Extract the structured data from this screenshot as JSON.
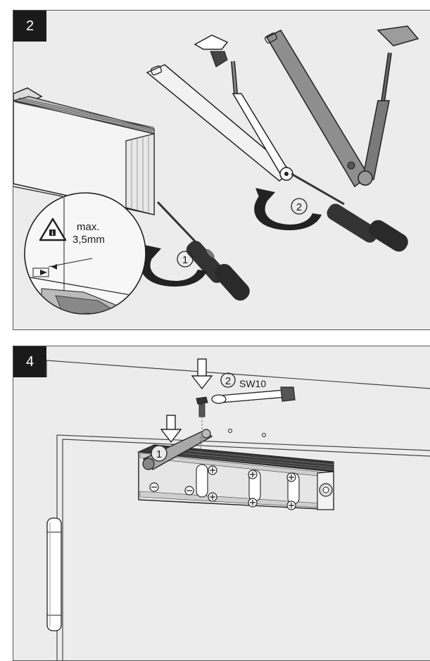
{
  "panels": [
    {
      "step": "2",
      "warning_text_line1": "max.",
      "warning_text_line2": "3,5mm",
      "callout_1": "1",
      "callout_2": "2"
    },
    {
      "step": "4",
      "callout_1": "1",
      "callout_2": "2",
      "tool_label": "SW10"
    }
  ]
}
